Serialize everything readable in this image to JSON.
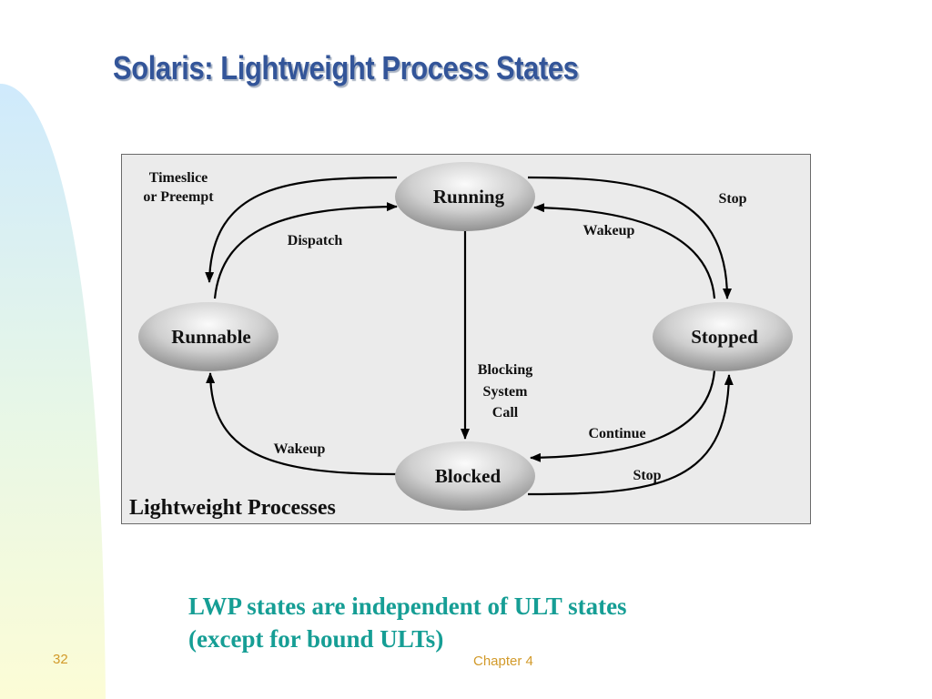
{
  "slide": {
    "title": "Solaris: Lightweight Process States",
    "page_number": "32",
    "footer": "Chapter 4",
    "caption_lines": [
      "LWP states are independent of ULT states",
      "(except for bound ULTs)"
    ]
  },
  "diagram": {
    "caption": "Lightweight Processes",
    "nodes": {
      "running": "Running",
      "runnable": "Runnable",
      "stopped": "Stopped",
      "blocked": "Blocked"
    },
    "edges": {
      "timeslice_line1": "Timeslice",
      "timeslice_line2": "or Preempt",
      "dispatch": "Dispatch",
      "stop_running": "Stop",
      "wakeup_stopped": "Wakeup",
      "blocking_line1": "Blocking",
      "blocking_line2": "System",
      "blocking_line3": "Call",
      "wakeup_blocked": "Wakeup",
      "continue": "Continue",
      "stop_blocked": "Stop"
    }
  },
  "colors": {
    "title": "#335599",
    "caption": "#169e95",
    "footer": "#d29a2a",
    "panel_background": "#ebebeb"
  }
}
